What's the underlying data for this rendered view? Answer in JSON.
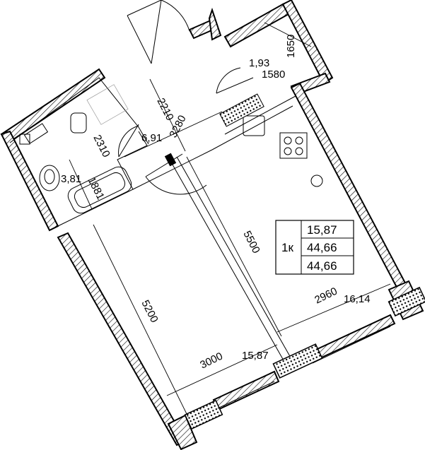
{
  "areas": {
    "bathroom": "3,81",
    "hallway": "6,91",
    "balcony": "1,93",
    "room_living": "15,87",
    "kitchen_living": "16,14"
  },
  "dimensions": {
    "d1650": "1650",
    "d1580": "1580",
    "d2210": "2210",
    "d3280": "3280",
    "d2310": "2310",
    "d1881": "1881",
    "d5500": "5500",
    "d5200": "5200",
    "d2960": "2960",
    "d3000": "3000"
  },
  "summary": {
    "rooms": "1к",
    "living_area": "15,87",
    "total_area": "44,66",
    "total_area_2": "44,66"
  }
}
